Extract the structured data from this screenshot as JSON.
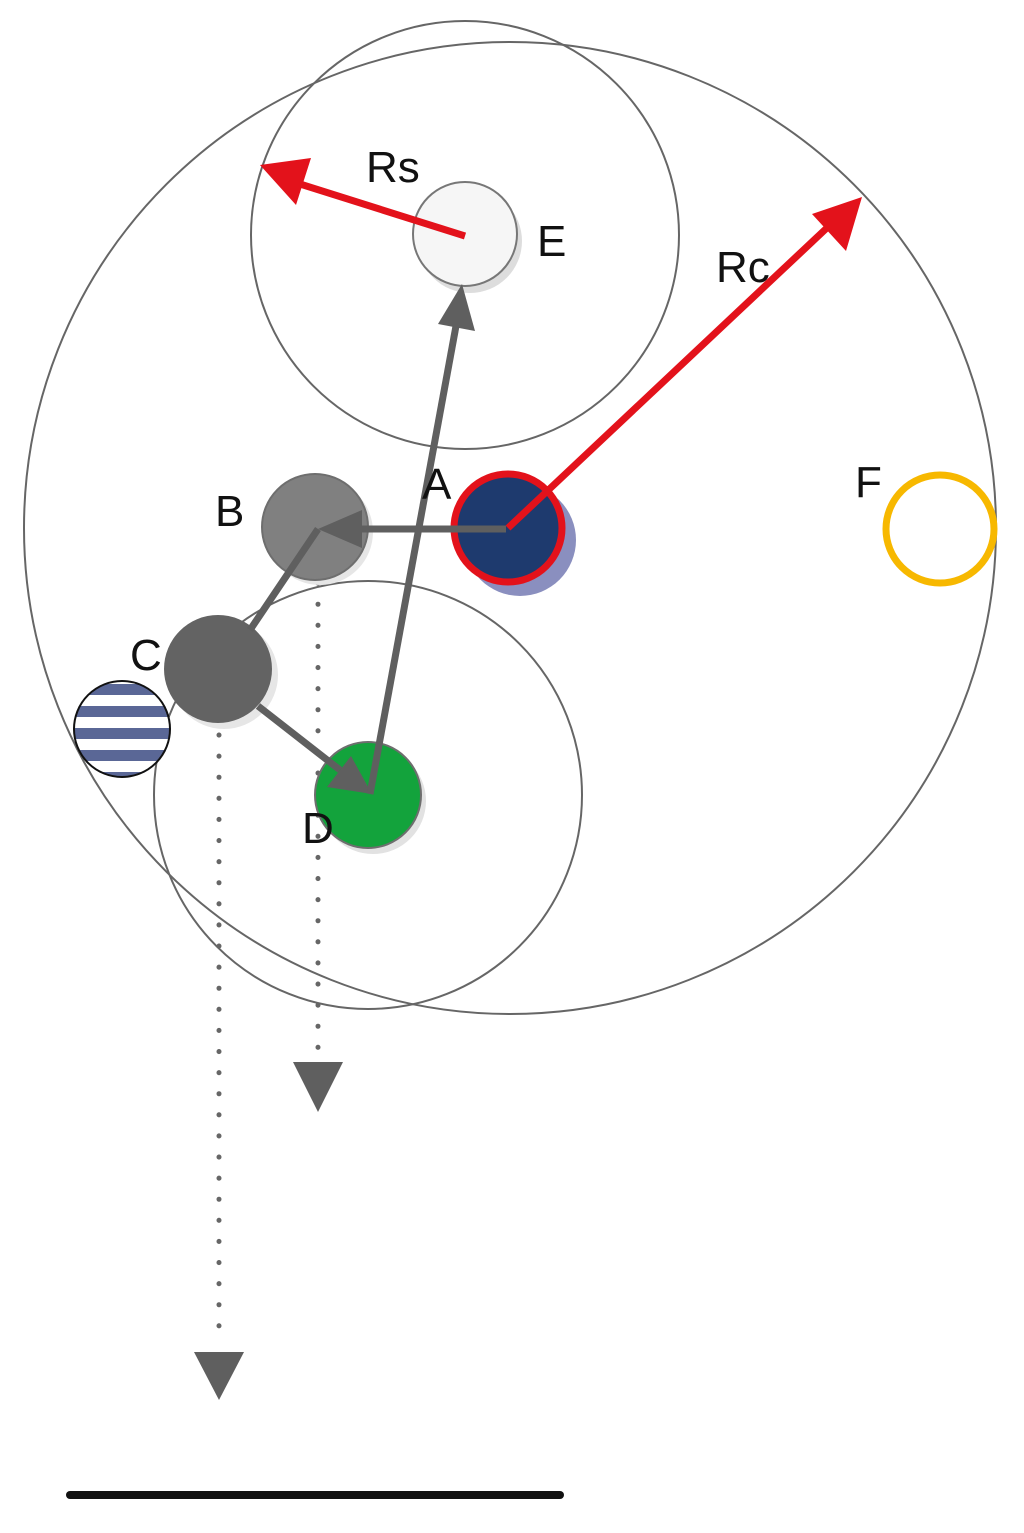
{
  "labels": {
    "A": "A",
    "B": "B",
    "C": "C",
    "D": "D",
    "E": "E",
    "F": "F",
    "Rs": "Rs",
    "Rc": "Rc"
  },
  "colors": {
    "outline": "#666666",
    "arrow": "#5f5f5f",
    "radius_arrow": "#e3121b",
    "node_A_fill": "#1e3a6e",
    "node_A_ring": "#e3121b",
    "node_A_shadow": "#8a8fbf",
    "node_B": "#808080",
    "node_C": "#636363",
    "node_D": "#13a33c",
    "node_E": "#f6f6f6",
    "node_F_ring": "#f7b800",
    "stripe_blue": "#5a6796",
    "bottom_bar": "#111111"
  },
  "icons": {
    "striped_node": "striped-circle-icon"
  }
}
